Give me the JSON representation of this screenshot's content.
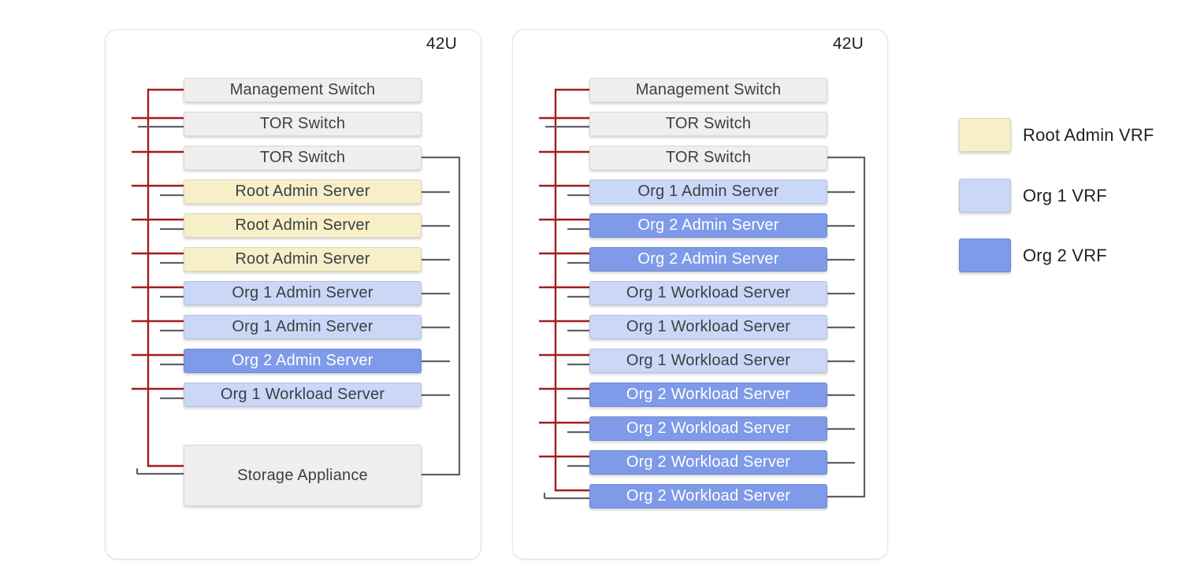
{
  "racks": [
    {
      "id": "rack-1",
      "capacity_label": "42U",
      "units": [
        {
          "label": "Management Switch",
          "type": "switch"
        },
        {
          "label": "TOR Switch",
          "type": "switch"
        },
        {
          "label": "TOR Switch",
          "type": "switch"
        },
        {
          "label": "Root Admin Server",
          "type": "root_admin"
        },
        {
          "label": "Root Admin Server",
          "type": "root_admin"
        },
        {
          "label": "Root Admin Server",
          "type": "root_admin"
        },
        {
          "label": "Org 1 Admin Server",
          "type": "org1"
        },
        {
          "label": "Org 1 Admin Server",
          "type": "org1"
        },
        {
          "label": "Org 2 Admin Server",
          "type": "org2"
        },
        {
          "label": "Org 1 Workload Server",
          "type": "org1"
        },
        {
          "label": "Storage Appliance",
          "type": "storage"
        }
      ]
    },
    {
      "id": "rack-2",
      "capacity_label": "42U",
      "units": [
        {
          "label": "Management Switch",
          "type": "switch"
        },
        {
          "label": "TOR Switch",
          "type": "switch"
        },
        {
          "label": "TOR Switch",
          "type": "switch"
        },
        {
          "label": "Org 1 Admin Server",
          "type": "org1"
        },
        {
          "label": "Org 2 Admin Server",
          "type": "org2"
        },
        {
          "label": "Org 2 Admin Server",
          "type": "org2"
        },
        {
          "label": "Org 1 Workload Server",
          "type": "org1"
        },
        {
          "label": "Org 1 Workload Server",
          "type": "org1"
        },
        {
          "label": "Org 1 Workload Server",
          "type": "org1"
        },
        {
          "label": "Org 2 Workload Server",
          "type": "org2"
        },
        {
          "label": "Org 2 Workload Server",
          "type": "org2"
        },
        {
          "label": "Org 2 Workload Server",
          "type": "org2"
        },
        {
          "label": "Org 2 Workload Server",
          "type": "org2"
        }
      ]
    }
  ],
  "legend": {
    "items": [
      {
        "label": "Root Admin VRF",
        "color": "#f7efc8"
      },
      {
        "label": "Org 1 VRF",
        "color": "#cbd7f6"
      },
      {
        "label": "Org 2 VRF",
        "color": "#7e9ae8"
      }
    ]
  },
  "colors": {
    "management_line": "#a51c1c",
    "data_line": "#5f6165",
    "switch_fill": "#efefef",
    "root_admin_fill": "#f7efc8",
    "org1_fill": "#cbd7f6",
    "org2_fill": "#7e9ae8"
  }
}
